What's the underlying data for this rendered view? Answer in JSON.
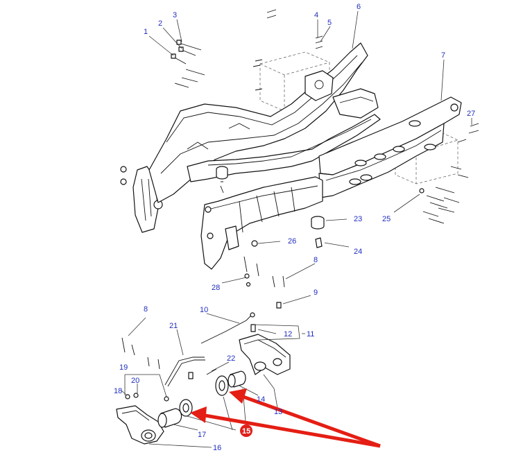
{
  "diagram": {
    "callouts": [
      {
        "id": "c1",
        "label": "1"
      },
      {
        "id": "c2",
        "label": "2"
      },
      {
        "id": "c3",
        "label": "3"
      },
      {
        "id": "c4",
        "label": "4"
      },
      {
        "id": "c5",
        "label": "5"
      },
      {
        "id": "c6",
        "label": "6"
      },
      {
        "id": "c7",
        "label": "7"
      },
      {
        "id": "c8a",
        "label": "8"
      },
      {
        "id": "c8b",
        "label": "8"
      },
      {
        "id": "c9",
        "label": "9"
      },
      {
        "id": "c10",
        "label": "10"
      },
      {
        "id": "c11",
        "label": "11"
      },
      {
        "id": "c12",
        "label": "12"
      },
      {
        "id": "c13",
        "label": "13"
      },
      {
        "id": "c14",
        "label": "14"
      },
      {
        "id": "c15",
        "label": "15"
      },
      {
        "id": "c16",
        "label": "16"
      },
      {
        "id": "c17",
        "label": "17"
      },
      {
        "id": "c18",
        "label": "18"
      },
      {
        "id": "c19",
        "label": "19"
      },
      {
        "id": "c20",
        "label": "20"
      },
      {
        "id": "c21",
        "label": "21"
      },
      {
        "id": "c22",
        "label": "22"
      },
      {
        "id": "c23",
        "label": "23"
      },
      {
        "id": "c24",
        "label": "24"
      },
      {
        "id": "c25",
        "label": "25"
      },
      {
        "id": "c26",
        "label": "26"
      },
      {
        "id": "c27",
        "label": "27"
      },
      {
        "id": "c28",
        "label": "28"
      }
    ],
    "label_color": "#1f2dbf",
    "highlight": {
      "callout": "15",
      "badge_color": "#e0201b",
      "arrow_color": "#e41e14"
    }
  }
}
